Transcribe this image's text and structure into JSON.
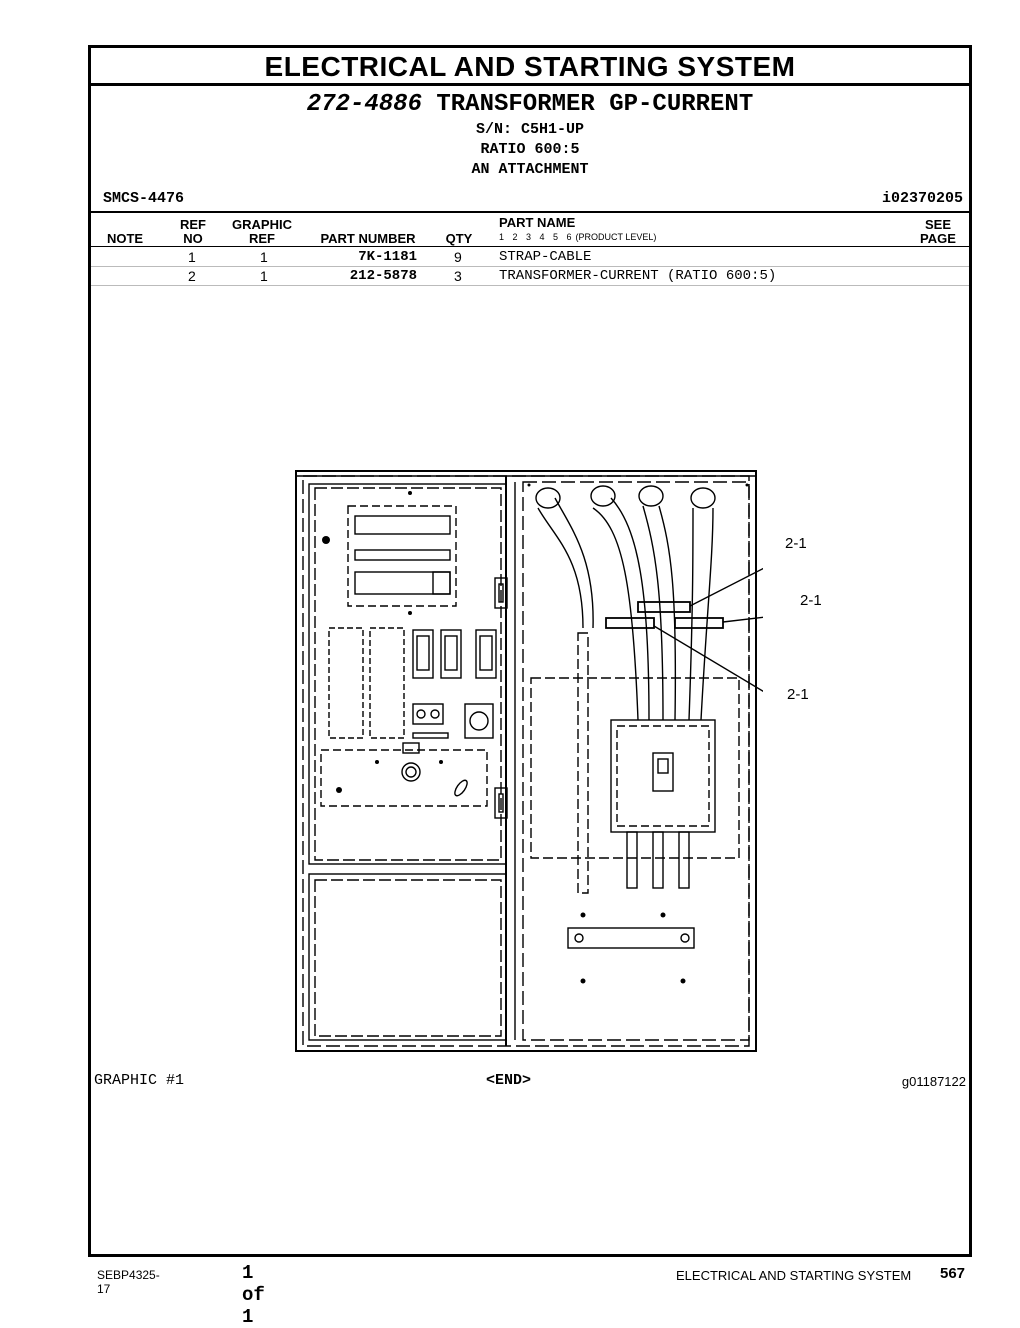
{
  "header": {
    "section_title": "ELECTRICAL AND STARTING SYSTEM",
    "part_number": "272-4886",
    "part_title": "TRANSFORMER GP-CURRENT",
    "serial": "S/N: C5H1-UP",
    "ratio": "RATIO 600:5",
    "attachment": "AN ATTACHMENT",
    "smcs": "SMCS-4476",
    "illustration_id": "i02370205"
  },
  "table": {
    "columns": {
      "note": "NOTE",
      "ref_top": "REF",
      "ref_bottom": "NO",
      "graphic_top": "GRAPHIC",
      "graphic_bottom": "REF",
      "part_number": "PART NUMBER",
      "qty": "QTY",
      "part_name": "PART NAME",
      "levels": "1 2 3 4 5 6",
      "product_level": "(PRODUCT LEVEL)",
      "see_top": "SEE",
      "see_bottom": "PAGE"
    },
    "rows": [
      {
        "note": "",
        "ref": "1",
        "graphic_ref": "1",
        "part_number": "7K-1181",
        "qty": "9",
        "part_name": "STRAP-CABLE",
        "see_page": ""
      },
      {
        "note": "",
        "ref": "2",
        "graphic_ref": "1",
        "part_number": "212-5878",
        "qty": "3",
        "part_name": "TRANSFORMER-CURRENT (RATIO 600:5)",
        "see_page": ""
      }
    ]
  },
  "graphic": {
    "callouts": [
      "2-1",
      "2-1",
      "2-1"
    ],
    "label": "GRAPHIC #1",
    "end_marker": "<END>",
    "graphic_id": "g01187122"
  },
  "footer": {
    "doc_number": "SEBP4325-17",
    "page_of": "1 of 1",
    "section": "ELECTRICAL AND STARTING SYSTEM",
    "page_number": "567"
  }
}
